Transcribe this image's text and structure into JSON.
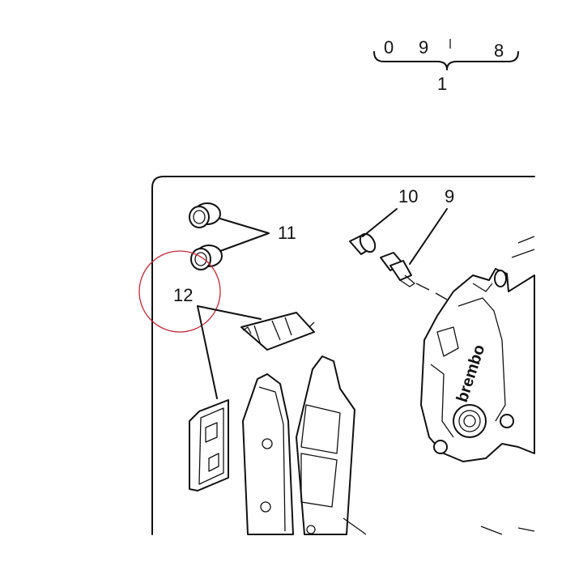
{
  "diagram": {
    "labels": {
      "part_1": "1",
      "part_9": "9",
      "part_10": "10",
      "part_11": "11",
      "part_12": "12",
      "top_digits": [
        "0",
        "9",
        "8"
      ]
    },
    "caliper_brand": "brembo",
    "highlight_color": "#c0283a",
    "ink_color": "#111111"
  }
}
